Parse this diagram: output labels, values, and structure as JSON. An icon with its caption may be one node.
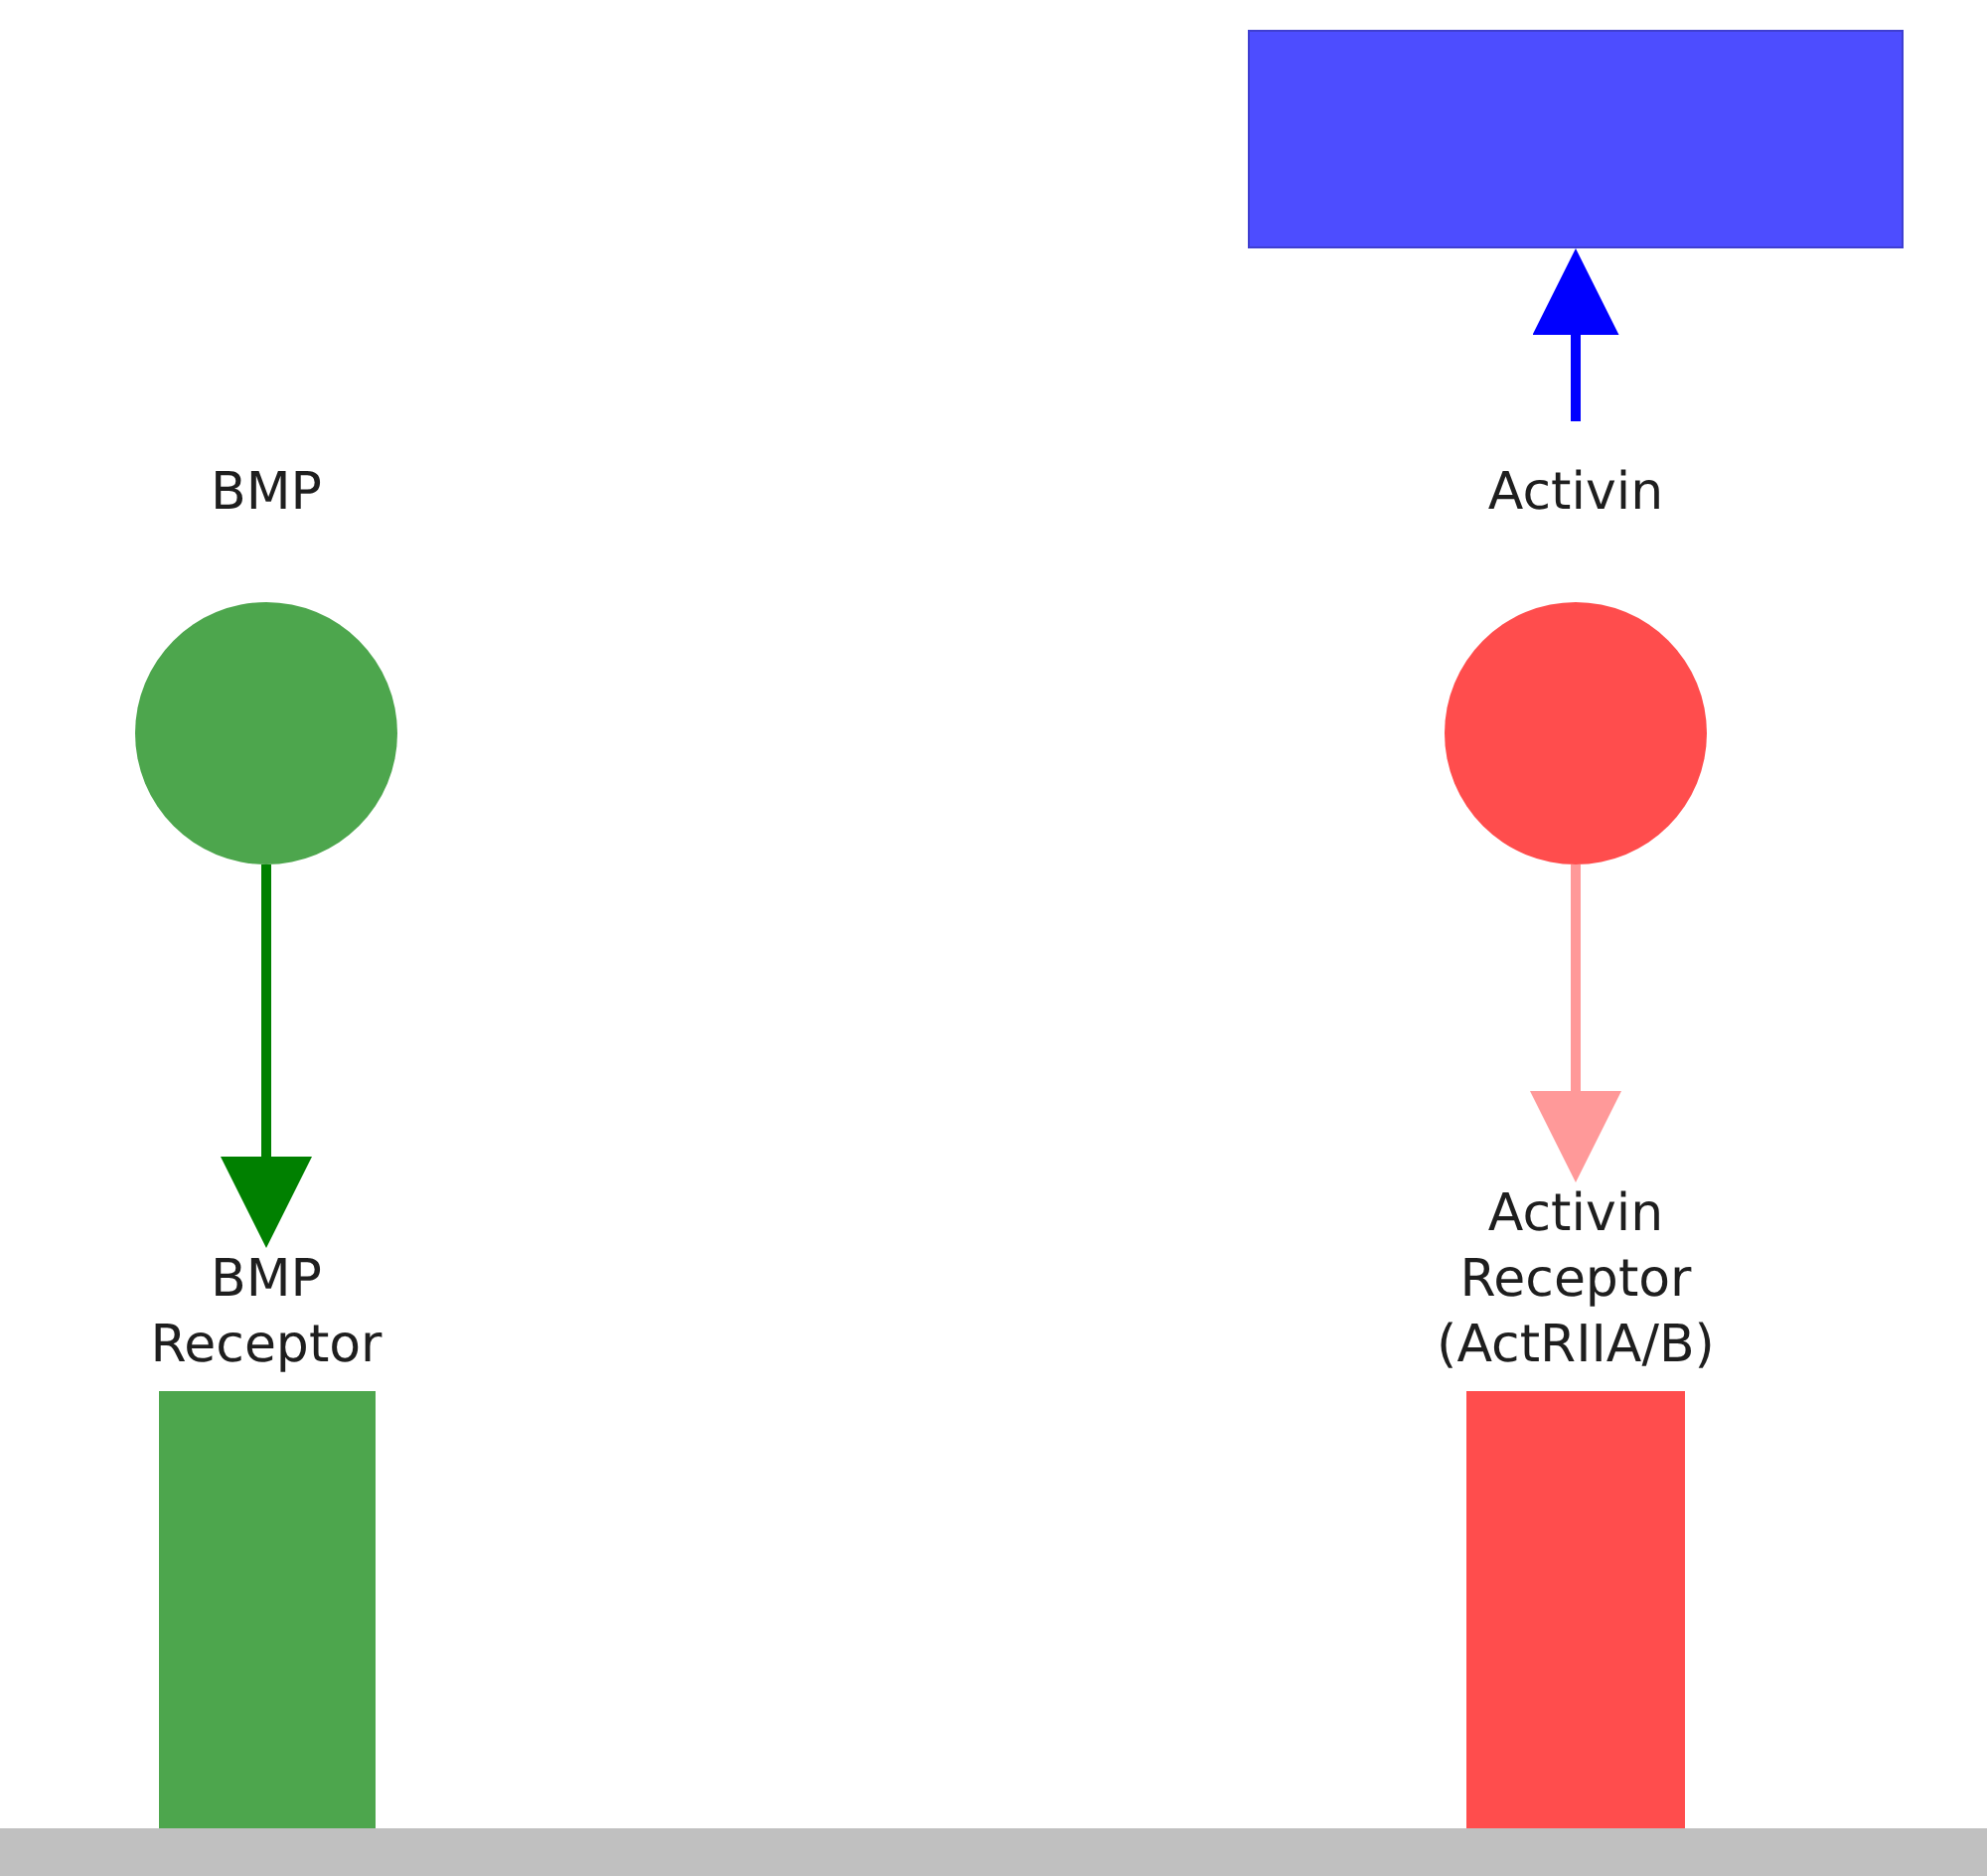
{
  "diagram": {
    "nodes": [
      {
        "text": [],
        "shape": "box"
      },
      {
        "text": [
          "BMP"
        ]
      },
      {
        "text": [
          "Activin"
        ]
      },
      {
        "text": [
          "BMP Receptor"
        ]
      },
      {
        "text": [
          "Activin Receptor (ActRIIA/B)"
        ]
      },
      {
        "text": [],
        "shape": "bar"
      }
    ],
    "edges": [
      {
        "from": null,
        "to": 0,
        "arrow": "to",
        "color": "#0000ff"
      },
      {
        "from": 1,
        "to": 3,
        "arrow": "to",
        "color": "#008000"
      },
      {
        "from": 2,
        "to": 4,
        "arrow": "to",
        "color": "#ff9999"
      }
    ]
  }
}
